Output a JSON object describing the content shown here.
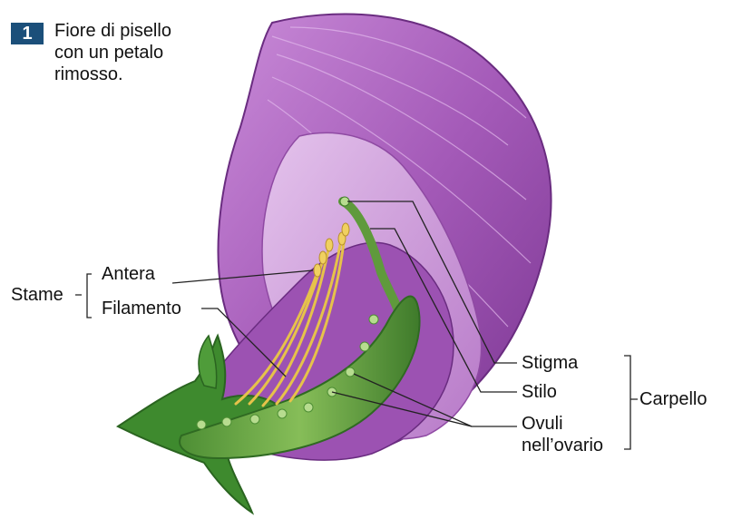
{
  "figure": {
    "number": "1",
    "caption_lines": [
      "Fiore di pisello",
      "con un petalo",
      "rimosso."
    ]
  },
  "labels": {
    "stame": "Stame",
    "antera": "Antera",
    "filamento": "Filamento",
    "stigma": "Stigma",
    "stilo": "Stilo",
    "ovuli_line1": "Ovuli",
    "ovuli_line2": "nell’ovario",
    "carpello": "Carpello"
  },
  "colors": {
    "badge": "#1b4f7a",
    "petal": "#a45ab8",
    "petal_dark": "#7a3591",
    "petal_light": "#d6a9e0",
    "sepal": "#3e8a2e",
    "sepal_dark": "#2a6420",
    "carpel": "#6fa84a",
    "ovule": "#b7dc8f",
    "stamen": "#e6c24a",
    "leader": "#222222"
  }
}
